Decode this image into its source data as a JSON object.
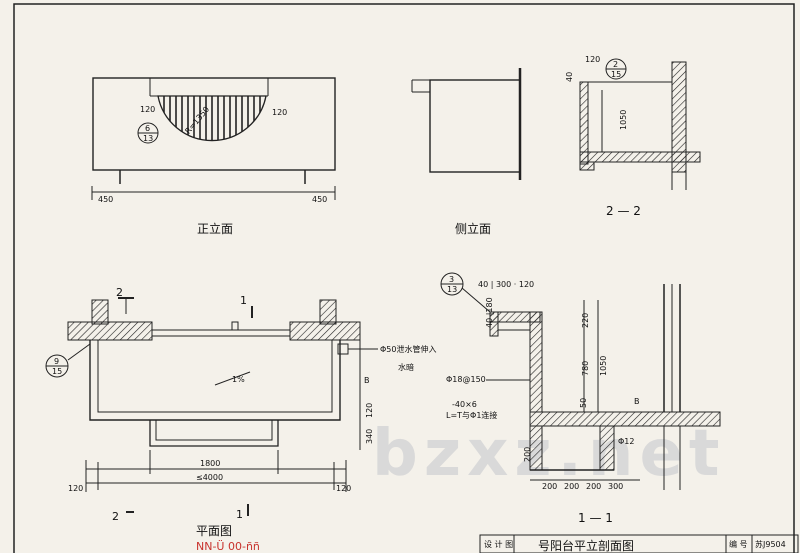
{
  "labels": {
    "front_elevation": "正立面",
    "side_elevation": "侧立面",
    "plan": "平面图",
    "section_1_1": "1 — 1",
    "section_2_2": "2 — 2",
    "title_block_title": "号阳台平立剖面图",
    "title_block_code": "苏J9504",
    "title_block_left": "设 计 图",
    "title_block_mid": "编 号",
    "watermark": "bzxz.net",
    "stamp": "NN-Ü 00-ññ"
  },
  "front": {
    "dim_left": "450",
    "dim_right": "450",
    "dim_120_a": "120",
    "dim_120_b": "120",
    "dim_arc": "R=1350",
    "detail_num": "6",
    "detail_sheet": "13"
  },
  "section22": {
    "detail_num": "2",
    "detail_sheet": "15",
    "dim_120": "120",
    "dim_40": "40",
    "dim_1050": "1050"
  },
  "plan": {
    "cut2": "2",
    "cut1": "1",
    "slope": "1%",
    "pipe_note": "Φ50泄水管伸入",
    "pipe_note2": "水暗",
    "detail_num": "9",
    "detail_sheet": "15",
    "dim_1800": "1800",
    "dim_4000": "≤4000",
    "dim_120_l": "120",
    "dim_120_r": "120",
    "dim_B": "B",
    "dim_120_v": "120",
    "dim_340": "340"
  },
  "section11": {
    "detail_num": "3",
    "detail_sheet": "13",
    "dim_top": "40 | 300 · 120",
    "dim_40_180": "40 |180",
    "dim_220": "220",
    "dim_780": "780",
    "dim_1050": "1050",
    "dim_50": "50",
    "rebar": "Φ18@150",
    "flat_bar": "-40×6",
    "flat_note": "L=T与Φ1连接",
    "dim_phi12": "Φ12",
    "dim_200v": "200",
    "dim_B": "B",
    "dims_bottom": [
      "200",
      "200",
      "200",
      "300"
    ]
  }
}
